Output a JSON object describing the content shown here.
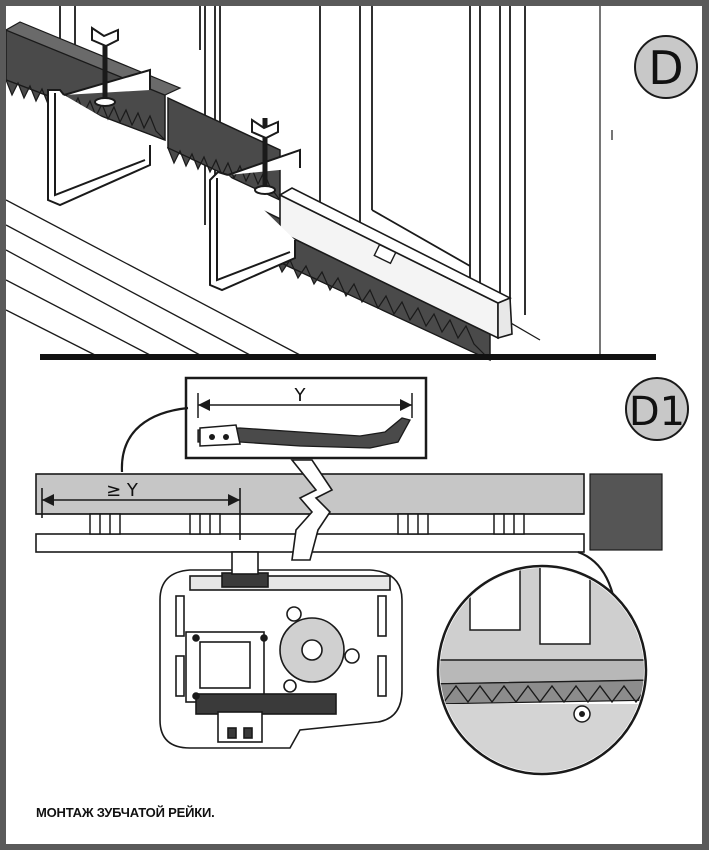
{
  "panel_d": {
    "badge": "D"
  },
  "panel_d1": {
    "badge": "D1",
    "dim_upper": "Y",
    "dim_lower": "≥ Y"
  },
  "caption": "МОНТАЖ ЗУБЧАТОЙ РЕЙКИ.",
  "colors": {
    "rack": "#4a4a4a",
    "bar": "#c6c6c6",
    "outline": "#1a1a1a",
    "block": "#555555"
  }
}
